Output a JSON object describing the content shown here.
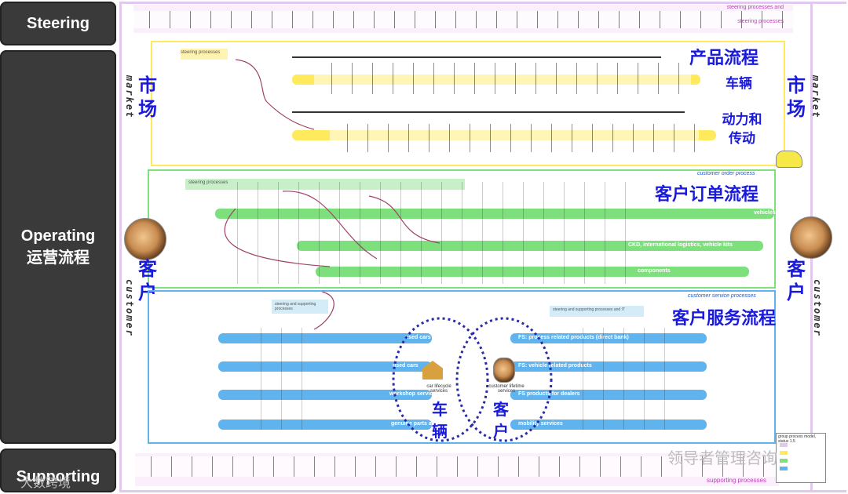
{
  "sidebar": {
    "steering": "Steering",
    "operating_en": "Operating",
    "operating_cn": "运营流程",
    "supporting": "Supporting"
  },
  "market_cn": "市场",
  "market_en": "market",
  "customer_cn": "客户",
  "customer_en": "customer",
  "steering_top_label": "steering processes and",
  "steering_top_label2": "steering processes",
  "product": {
    "title_cn": "产品流程",
    "vehicle_cn": "车辆",
    "powertrain_cn": "动力和传动",
    "steering_sub": "steering processes"
  },
  "order": {
    "en": "customer order process",
    "title_cn": "客户订单流程",
    "steering_sub": "steering processes",
    "lanes": [
      "vehicles",
      "CKD, international logistics, vehicle kits",
      "components"
    ]
  },
  "service": {
    "en": "customer service processes",
    "title_cn": "客户服务流程",
    "steering_sub": "steering and supporting processes",
    "steering_sub2": "steering and supporting processes and IT",
    "left_lanes": [
      "used cars",
      "used cars",
      "workshop services",
      "genuine parts and accessories"
    ],
    "right_lanes": [
      "FS: process related products (direct bank)",
      "FS: vehicle related products",
      "FS products for dealers",
      "mobility services"
    ],
    "car_lifecycle": "car lifecycle services",
    "customer_lifetime": "customer lifetime services",
    "vehicle_cn": "车辆",
    "customer_cn": "客户"
  },
  "supporting_label": "supporting processes",
  "legend_title": "group process model, status 1.5",
  "watermark_left": "大数跨境",
  "watermark_right": "领导者管理咨询",
  "colors": {
    "sidebar": "#3a3a3a",
    "title_blue": "#1a1adc",
    "product_border": "#ffe95c",
    "order_border": "#7de07d",
    "service_border": "#5fb3ee",
    "outer_border": "#e2c8ef"
  }
}
